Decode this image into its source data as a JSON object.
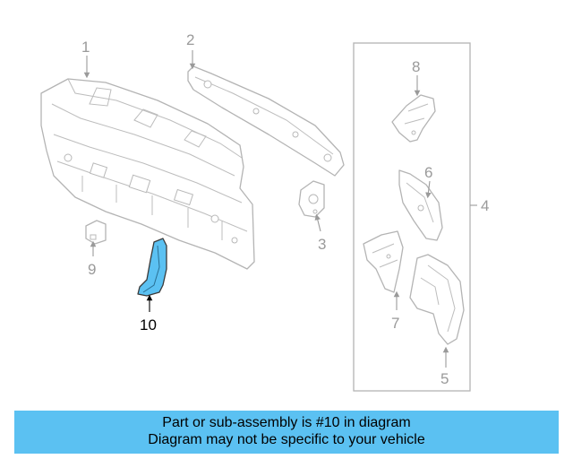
{
  "diagram": {
    "callouts": {
      "c1": "1",
      "c2": "2",
      "c3": "3",
      "c4": "4",
      "c5": "5",
      "c6": "6",
      "c7": "7",
      "c8": "8",
      "c9": "9",
      "c10": "10"
    },
    "highlighted_callout": "10",
    "highlight_color": "#5bc1f2"
  },
  "banner": {
    "line1": "Part or sub-assembly is #10 in diagram",
    "line2": "Diagram may not be specific to your vehicle",
    "background": "#5bc1f2"
  }
}
